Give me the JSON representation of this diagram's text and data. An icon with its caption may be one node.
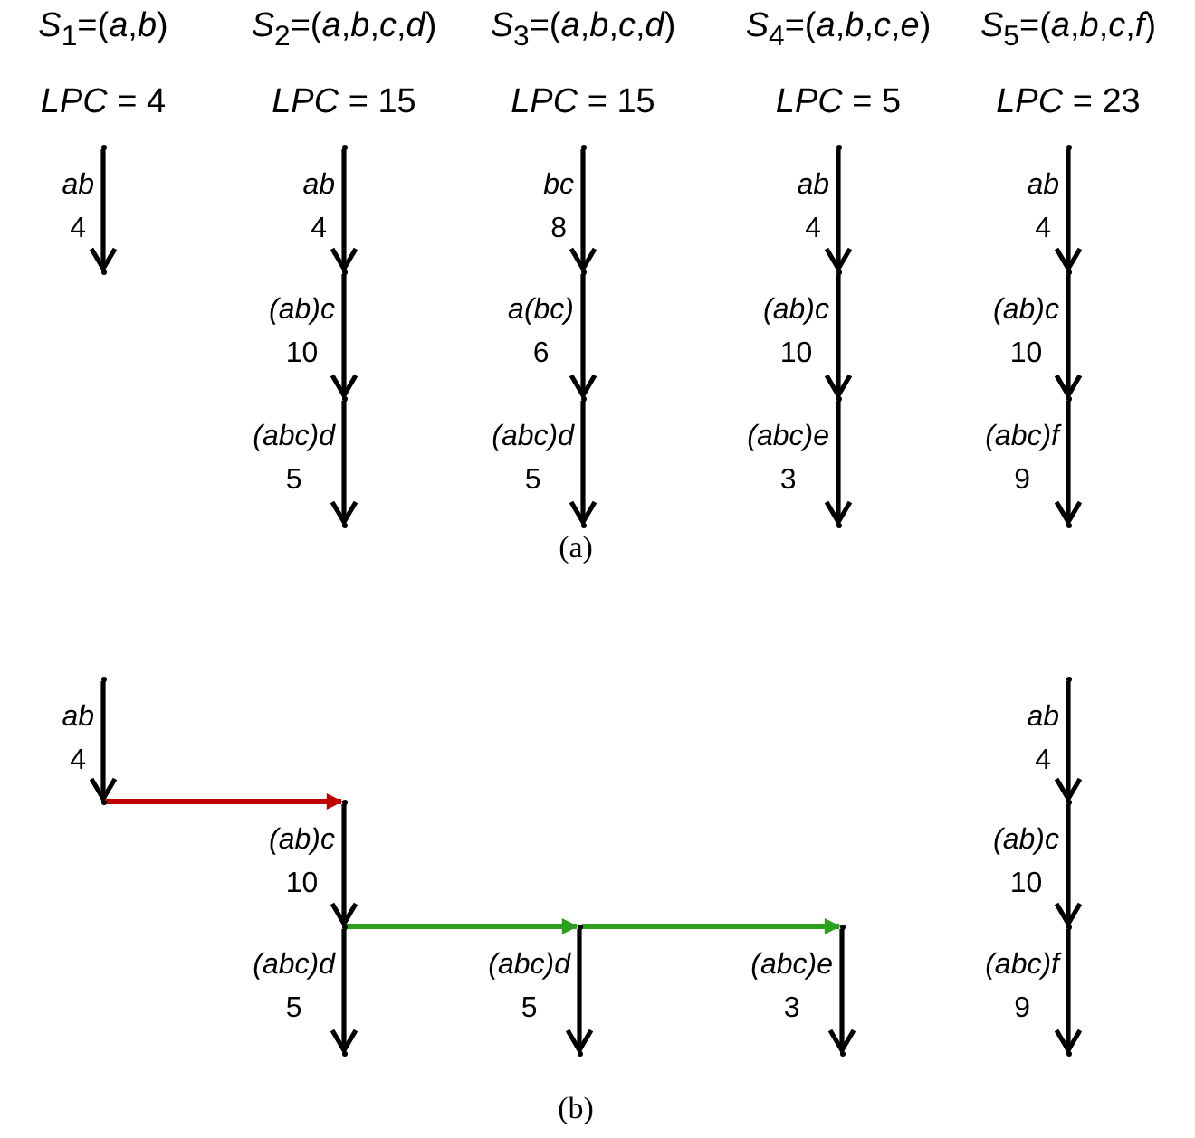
{
  "diagram": {
    "nodes": [
      {
        "text": [],
        "shape": "dot"
      },
      {
        "text": [],
        "shape": "dot"
      },
      {
        "text": [],
        "shape": "dot"
      },
      {
        "text": [],
        "shape": "dot"
      },
      {
        "text": [],
        "shape": "dot"
      },
      {
        "text": [],
        "shape": "dot"
      },
      {
        "text": [],
        "shape": "dot"
      },
      {
        "text": [],
        "shape": "dot"
      },
      {
        "text": [],
        "shape": "dot"
      },
      {
        "text": [],
        "shape": "dot"
      },
      {
        "text": [],
        "shape": "dot"
      },
      {
        "text": [],
        "shape": "dot"
      },
      {
        "text": [],
        "shape": "dot"
      },
      {
        "text": [],
        "shape": "dot"
      },
      {
        "text": [],
        "shape": "dot"
      },
      {
        "text": [],
        "shape": "dot"
      },
      {
        "text": [],
        "shape": "dot"
      },
      {
        "text": [],
        "shape": "dot"
      },
      {
        "text": [],
        "shape": "dot"
      },
      {
        "text": [],
        "shape": "dot"
      },
      {
        "text": [],
        "shape": "dot"
      },
      {
        "text": [],
        "shape": "dot"
      },
      {
        "text": [],
        "shape": "dot"
      },
      {
        "text": [],
        "shape": "dot"
      },
      {
        "text": [],
        "shape": "dot"
      },
      {
        "text": [],
        "shape": "dot"
      },
      {
        "text": [],
        "shape": "dot"
      },
      {
        "text": [],
        "shape": "dot"
      },
      {
        "text": [],
        "shape": "dot"
      },
      {
        "text": [],
        "shape": "dot"
      },
      {
        "text": [],
        "shape": "dot"
      }
    ],
    "edges": [
      {
        "from": 0,
        "to": 1,
        "arrow": "to",
        "label": "*ab* 4"
      },
      {
        "from": 2,
        "to": 3,
        "arrow": "to",
        "label": "*ab* 4"
      },
      {
        "from": 3,
        "to": 4,
        "arrow": "to",
        "label": "*(ab)c* 10"
      },
      {
        "from": 4,
        "to": 5,
        "arrow": "to",
        "label": "*(abc)d* 5"
      },
      {
        "from": 6,
        "to": 7,
        "arrow": "to",
        "label": "*bc* 8"
      },
      {
        "from": 7,
        "to": 8,
        "arrow": "to",
        "label": "*a(bc)* 6"
      },
      {
        "from": 8,
        "to": 9,
        "arrow": "to",
        "label": "*(abc)d* 5"
      },
      {
        "from": 10,
        "to": 11,
        "arrow": "to",
        "label": "*ab* 4"
      },
      {
        "from": 11,
        "to": 12,
        "arrow": "to",
        "label": "*(ab)c* 10"
      },
      {
        "from": 12,
        "to": 13,
        "arrow": "to",
        "label": "*(abc)e* 3"
      },
      {
        "from": 14,
        "to": 15,
        "arrow": "to",
        "label": "*ab* 4"
      },
      {
        "from": 15,
        "to": 16,
        "arrow": "to",
        "label": "*(ab)c* 10"
      },
      {
        "from": 16,
        "to": 17,
        "arrow": "to",
        "label": "*(abc)f* 9"
      },
      {
        "from": 18,
        "to": 19,
        "arrow": "to",
        "label": "*ab* 4"
      },
      {
        "from": 19,
        "to": 20,
        "arrow": "to",
        "color": "#c00000"
      },
      {
        "from": 20,
        "to": 21,
        "arrow": "to",
        "label": "*(ab)c* 10"
      },
      {
        "from": 21,
        "to": 22,
        "arrow": "to",
        "label": "*(abc)d* 5"
      },
      {
        "from": 21,
        "to": 23,
        "arrow": "to",
        "color": "#2ca01c"
      },
      {
        "from": 23,
        "to": 24,
        "arrow": "to",
        "label": "*(abc)d* 5"
      },
      {
        "from": 23,
        "to": 25,
        "arrow": "to",
        "color": "#2ca01c"
      },
      {
        "from": 25,
        "to": 26,
        "arrow": "to",
        "label": "*(abc)e* 3"
      },
      {
        "from": 27,
        "to": 28,
        "arrow": "to",
        "label": "*ab* 4"
      },
      {
        "from": 28,
        "to": 29,
        "arrow": "to",
        "label": "*(ab)c* 10"
      },
      {
        "from": 29,
        "to": 30,
        "arrow": "to",
        "label": "*(abc)f* 9"
      }
    ],
    "labels": [
      "*S*$_{1}$=(*a*,*b*)",
      "*S*$_{2}$=(*a*,*b*,*c*,*d*)",
      "*S*$_{3}$=(*a*,*b*,*c*,*d*)",
      "*S*$_{4}$=(*a*,*b*,*c*,*e*)",
      "*S*$_{5}$=(*a*,*b*,*c*,*f*)",
      "*LPC* = 4",
      "*LPC* = 15",
      "*LPC* = 15",
      "*LPC* = 5",
      "*LPC* = 23",
      "(a)",
      "(b)"
    ]
  }
}
